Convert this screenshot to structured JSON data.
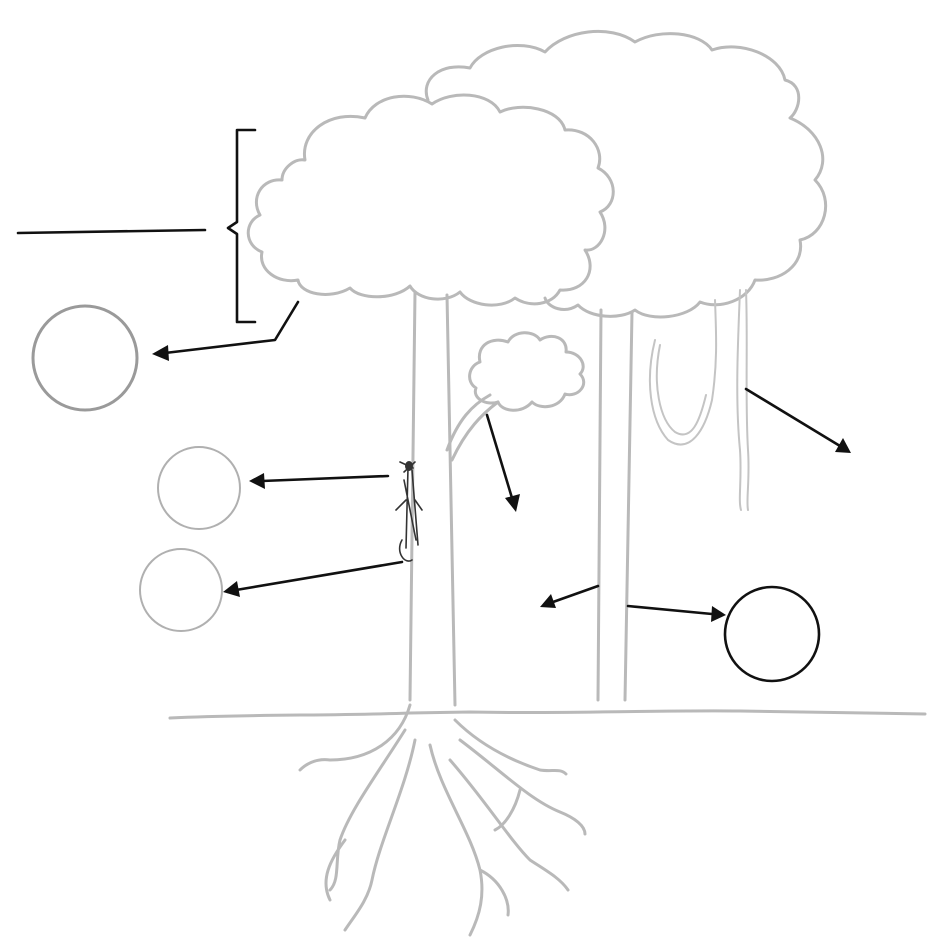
{
  "diagram": {
    "kind": "rainforest-layers-worksheet",
    "label_circles": [
      {
        "id": "canopy-arrow-circle",
        "text": ""
      },
      {
        "id": "insect-upper-circle",
        "text": ""
      },
      {
        "id": "insect-lower-circle",
        "text": ""
      },
      {
        "id": "forest-floor-circle",
        "text": ""
      }
    ],
    "blank_line": {
      "text": ""
    },
    "colors": {
      "sketch": "#b9b9b9",
      "ink": "#111111",
      "background": "#ffffff"
    }
  }
}
